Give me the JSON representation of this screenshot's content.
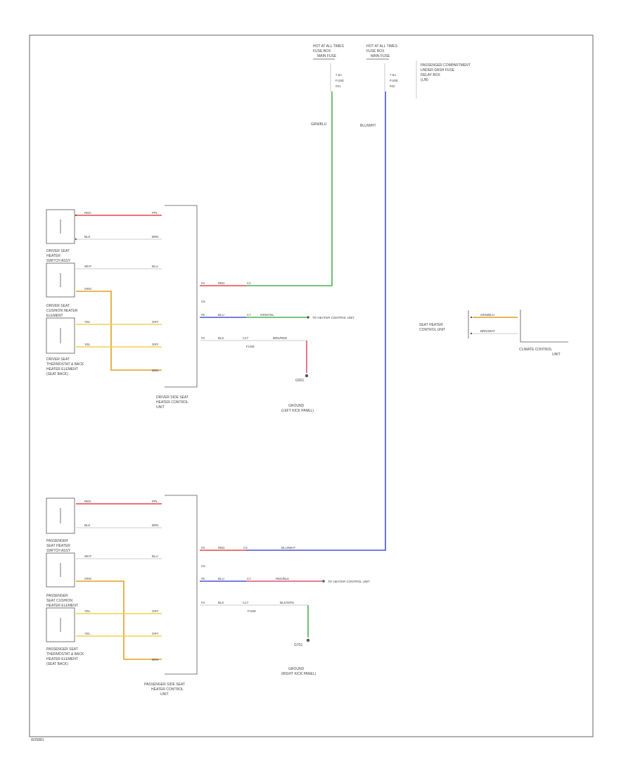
{
  "labels": {
    "top_left_conn": [
      "HOT AT ALL TIMES",
      "FUSE BOX",
      "MAIN FUSE"
    ],
    "top_right_conn": [
      "HOT AT ALL TIMES",
      "FUSE BOX",
      "MAIN FUSE"
    ],
    "passenger_comp_note": [
      "PASSENGER COMPARTMENT",
      "UNDER-DASH FUSE",
      "RELAY BOX",
      "(L/B)"
    ],
    "wire_top_left": "GRN/BLU",
    "wire_top_right": "BLU/WHT",
    "driver_sw1": [
      "DRIVER SEAT",
      "HEATER",
      "SWITCH ASSY"
    ],
    "driver_sw2": [
      "DRIVER SEAT",
      "CUSHION HEATER",
      "ELEMENT"
    ],
    "driver_sw3": [
      "DRIVER SEAT",
      "THERMOSTAT & BACK",
      "HEATER ELEMENT",
      "(SEAT BACK)"
    ],
    "driver_unit": [
      "DRIVER SIDE SEAT",
      "HEATER CONTROL",
      "UNIT"
    ],
    "driver_ground": [
      "G501",
      "GROUND",
      "(LEFT KICK PANEL)"
    ],
    "driver_hvac_ref": "TO HEATER CONTROL UNIT",
    "pass_sw1": [
      "PASSENGER",
      "SEAT HEATER",
      "SWITCH ASSY"
    ],
    "pass_sw2": [
      "PASSENGER",
      "SEAT CUSHION",
      "HEATER ELEMENT"
    ],
    "pass_sw3": [
      "PASSENGER SEAT",
      "THERMOSTAT & BACK",
      "HEATER ELEMENT",
      "(SEAT BACK)"
    ],
    "pass_unit": [
      "PASSENGER SIDE SEAT",
      "HEATER CONTROL",
      "UNIT"
    ],
    "pass_ground": [
      "G701",
      "GROUND",
      "(RIGHT KICK PANEL)"
    ],
    "pass_hvac_ref": "TO HEATER CONTROL UNIT",
    "right_module": [
      "SEAT HEATER",
      "CONTROL UNIT"
    ],
    "right_caption": [
      "CLIMATE CONTROL",
      "UNIT"
    ],
    "right_wire_1": "GRN/BLU",
    "right_wire_2": "BRN/WHT",
    "footer": "W25881"
  },
  "colors": {
    "red": "#e8444a",
    "green": "#4caf50",
    "blue": "#4a50d8",
    "yellow": "#f2d24b",
    "orange": "#e0a020",
    "pink": "#e05070",
    "black": "#666666"
  }
}
